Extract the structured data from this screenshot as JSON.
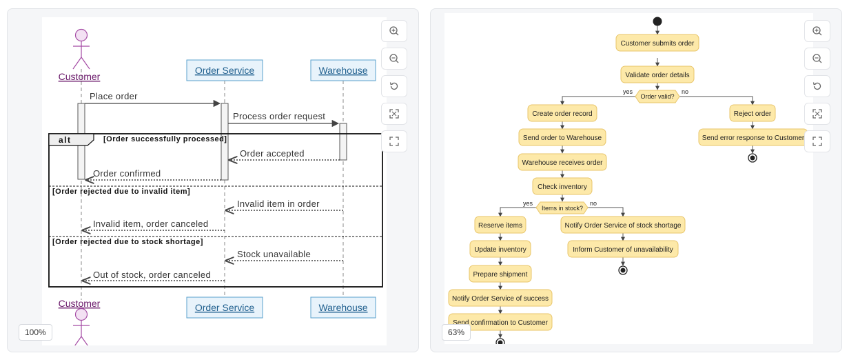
{
  "left_panel": {
    "zoom": "100%",
    "participants": {
      "customer": "Customer",
      "order_service": "Order Service",
      "warehouse": "Warehouse"
    },
    "messages": {
      "place_order": "Place order",
      "process_request": "Process order request",
      "order_accepted": "Order accepted",
      "order_confirmed": "Order confirmed",
      "invalid_item_in_order": "Invalid item in order",
      "invalid_item_canceled": "Invalid item, order canceled",
      "stock_unavailable": "Stock unavailable",
      "out_of_stock_canceled": "Out of stock, order canceled"
    },
    "fragment": {
      "keyword": "alt",
      "guard_1": "[Order successfully processed]",
      "guard_2": "[Order rejected due to invalid item]",
      "guard_3": "[Order rejected due to stock shortage]"
    }
  },
  "right_panel": {
    "zoom": "63%",
    "nodes": {
      "submit": "Customer submits order",
      "validate": "Validate order details",
      "valid_q": "Order valid?",
      "yes_1": "yes",
      "no_1": "no",
      "create_record": "Create order record",
      "send_to_warehouse": "Send order to Warehouse",
      "warehouse_receives": "Warehouse receives order",
      "check_inventory": "Check inventory",
      "stock_q": "Items in stock?",
      "yes_2": "yes",
      "no_2": "no",
      "reserve": "Reserve items",
      "update_inventory": "Update inventory",
      "prepare_shipment": "Prepare shipment",
      "notify_success": "Notify Order Service of success",
      "send_confirmation": "Send confirmation to Customer",
      "notify_shortage": "Notify Order Service of stock shortage",
      "inform_unavailable": "Inform Customer of unavailability",
      "reject": "Reject order",
      "send_error": "Send error response to Customer"
    }
  },
  "toolbar_icons": [
    "zoom-in-icon",
    "zoom-out-icon",
    "reset-icon",
    "fit-icon",
    "fullscreen-icon"
  ],
  "colors": {
    "activity_fill": "#fde9a9",
    "activity_stroke": "#e8c56a",
    "participant_fill": "#e8f3fb",
    "participant_stroke": "#5aa0cc",
    "actor_fill": "#f3e1f3",
    "actor_stroke": "#a44aa4"
  }
}
